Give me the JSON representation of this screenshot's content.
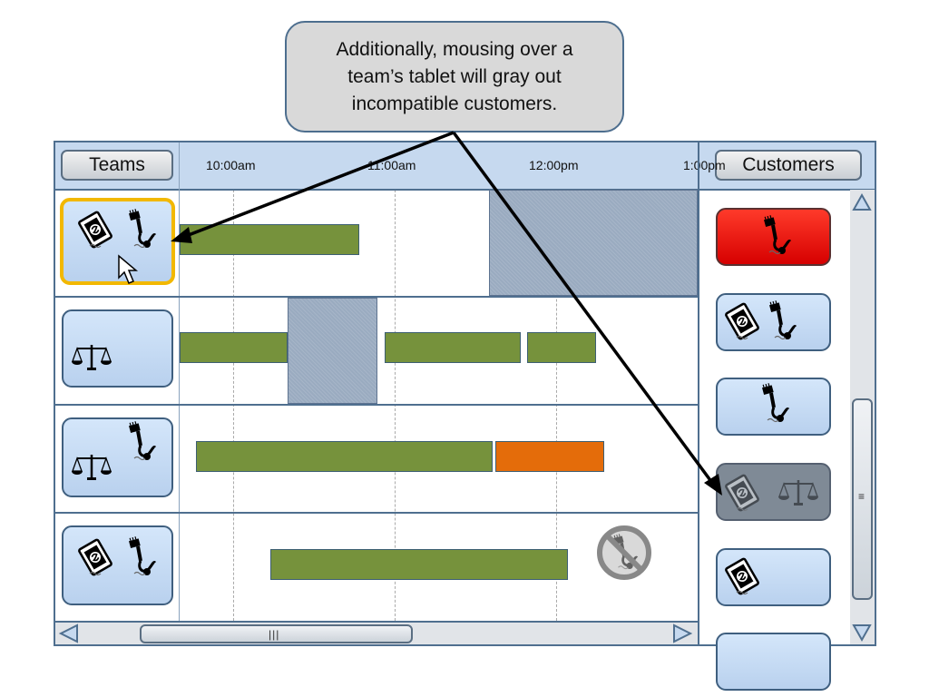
{
  "callout": {
    "text": "Additionally, mousing over a team’s tablet will gray out incompatible customers."
  },
  "header": {
    "teams_label": "Teams",
    "customers_label": "Customers",
    "times": [
      "10:00am",
      "11:00am",
      "12:00pm",
      "1:00pm"
    ]
  },
  "teams": [
    {
      "icons": [
        "money-icon",
        "vacuum-icon"
      ],
      "selected": true
    },
    {
      "icons": [
        "scales-icon"
      ],
      "selected": false
    },
    {
      "icons": [
        "vacuum-icon",
        "scales-icon"
      ],
      "selected": false
    },
    {
      "icons": [
        "money-icon",
        "vacuum-icon"
      ],
      "selected": false
    }
  ],
  "customers": [
    {
      "icons": [
        "vacuum-icon"
      ],
      "state": "highlighted"
    },
    {
      "icons": [
        "money-icon",
        "vacuum-icon"
      ],
      "state": "normal"
    },
    {
      "icons": [
        "vacuum-icon"
      ],
      "state": "normal"
    },
    {
      "icons": [
        "money-icon",
        "scales-icon"
      ],
      "state": "grayed-out"
    },
    {
      "icons": [
        "money-icon"
      ],
      "state": "normal"
    }
  ],
  "colors": {
    "scheduled": "#76923c",
    "conflict": "#e46c0a",
    "unavailable": "#9aabc0",
    "selected_border": "#f2b800",
    "highlight": "#e00000"
  },
  "icons": {
    "no_vacuum": "no-vacuum-icon",
    "pointer": "mouse-pointer-icon"
  }
}
